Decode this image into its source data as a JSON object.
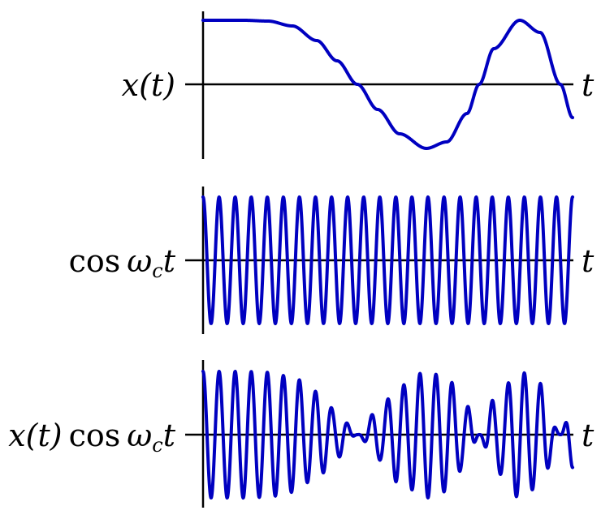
{
  "panels": [
    {
      "label": {
        "func": "x(t)"
      },
      "curve": "message",
      "axis_label": "t"
    },
    {
      "label": {
        "cos": "cos",
        "omega": "ω",
        "sub": "c",
        "var": "t"
      },
      "curve": "carrier",
      "axis_label": "t"
    },
    {
      "label": {
        "func": "x(t)",
        "cos": "cos",
        "omega": "ω",
        "sub": "c",
        "var": "t"
      },
      "curve": "product",
      "axis_label": "t"
    }
  ],
  "colors": {
    "curve": "#0000c0",
    "axis": "#000000"
  },
  "carrier_cycles": 23
}
